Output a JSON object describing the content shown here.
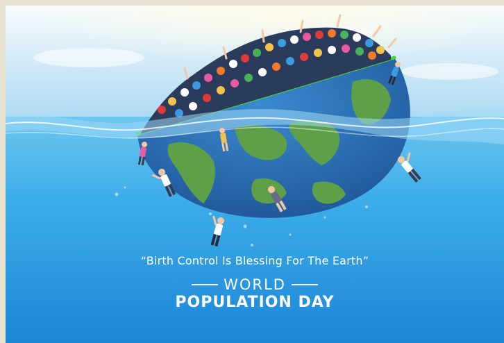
{
  "poster": {
    "tagline": "“Birth Control Is Blessing For The Earth”",
    "world_word": "WORLD",
    "headline": "POPULATION DAY"
  },
  "colors": {
    "sky_top": "#f7fbfd",
    "sky_bottom": "#a9d8f2",
    "sea_top": "#6cc6f0",
    "sea_bottom": "#1c86d8",
    "globe_ocean": "#2a6fb6",
    "globe_land": "#5ea04a",
    "surface_rim": "#4ad23a",
    "frame": "#e7e2cf"
  },
  "icons": [
    "half-globe-icon",
    "crowd-icon",
    "falling-person-icon",
    "water-wave-icon",
    "bubble-icon"
  ]
}
